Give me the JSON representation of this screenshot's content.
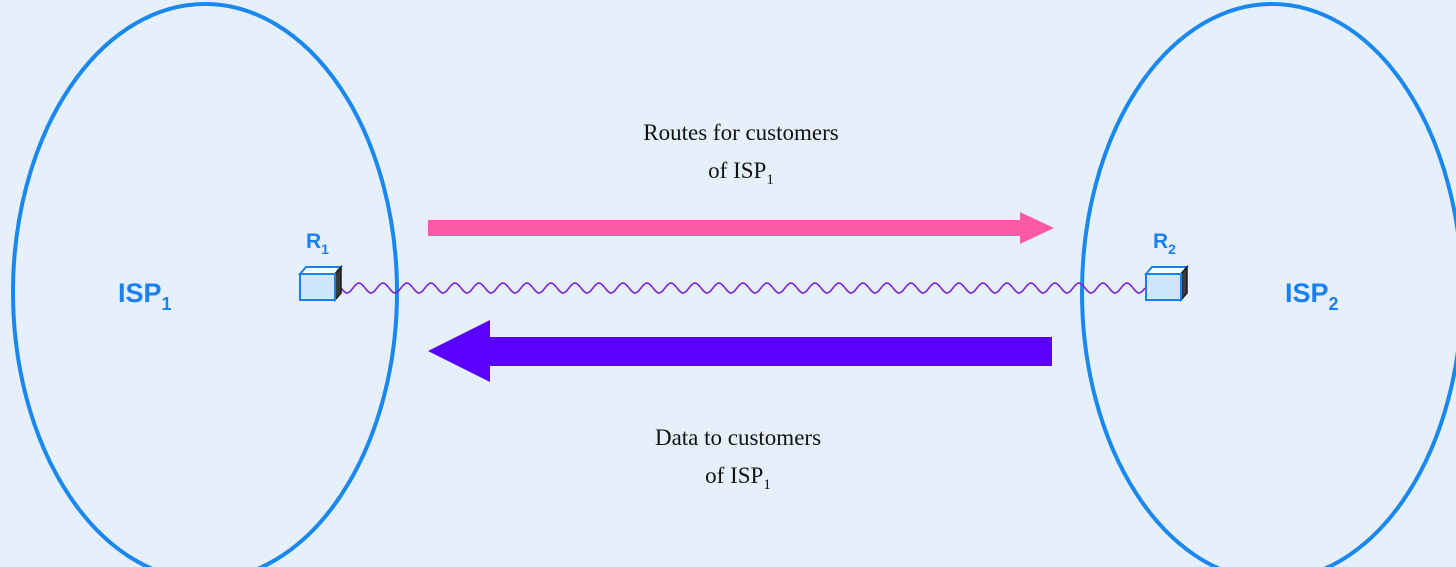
{
  "colors": {
    "background": "#e6f0fc",
    "cloud_outline": "#1a88f0",
    "label_blue": "#1a7ff0",
    "routes_arrow": "#ff5aa8",
    "data_arrow": "#5a00ff",
    "link": "#7a1fe0"
  },
  "isp1": {
    "name": "ISP",
    "sub": "1"
  },
  "isp2": {
    "name": "ISP",
    "sub": "2"
  },
  "router1": {
    "name": "R",
    "sub": "1"
  },
  "router2": {
    "name": "R",
    "sub": "2"
  },
  "routes_caption": {
    "line1": "Routes for customers",
    "line2_prefix": "of ISP",
    "line2_sub": "1"
  },
  "data_caption": {
    "line1": "Data to customers",
    "line2_prefix": "of ISP",
    "line2_sub": "1"
  }
}
